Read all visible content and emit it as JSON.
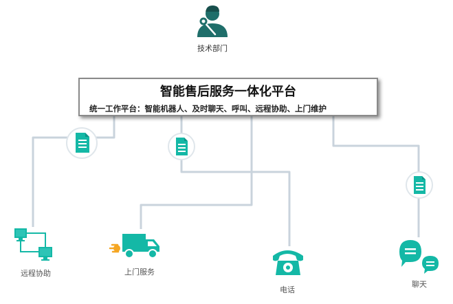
{
  "colors": {
    "accent": "#14b8a6",
    "accent_dark": "#0d9488",
    "person": "#1f6e6a",
    "line": "#c9d3dc",
    "circle_border": "#dfe6eb",
    "truck_orange": "#f5a623"
  },
  "top_node": {
    "label": "技术部门",
    "icon": "technician-icon"
  },
  "platform": {
    "title": "智能售后服务一体化平台",
    "subtitle": "统一工作平台：智能机器人、及时聊天、呼叫、远程协助、上门维护"
  },
  "nodes": [
    {
      "key": "remote",
      "label": "远程协助",
      "icon": "remote-network-icon"
    },
    {
      "key": "onsite",
      "label": "上门服务",
      "icon": "delivery-truck-icon"
    },
    {
      "key": "phone",
      "label": "电话",
      "icon": "telephone-icon"
    },
    {
      "key": "chat",
      "label": "聊天",
      "icon": "chat-bubbles-icon"
    }
  ]
}
